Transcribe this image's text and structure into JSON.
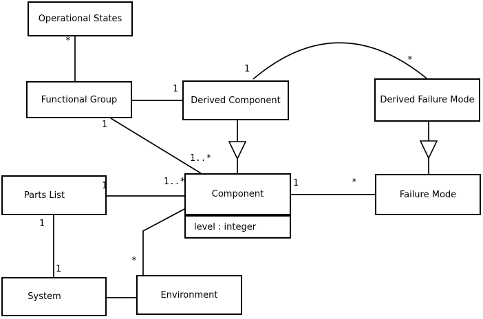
{
  "diagram": {
    "classes": {
      "operational_states": "Operational States",
      "functional_group": "Functional Group",
      "derived_component": "Derived Component",
      "derived_failure_mode": "Derived Failure Mode",
      "parts_list": "Parts List",
      "component": "Component",
      "component_attribute": "level : integer",
      "failure_mode": "Failure Mode",
      "system": "System",
      "environment": "Environment"
    },
    "multiplicities": {
      "os_fg_star": "*",
      "fg_dc_one": "1",
      "dc_arc_one": "1",
      "dfm_arc_star": "*",
      "fg_comp_one": "1",
      "fg_comp_many": "1..*",
      "pl_comp_one": "1",
      "pl_comp_many": "1..*",
      "comp_fm_one": "1",
      "comp_fm_star": "*",
      "pl_sys_one_top": "1",
      "pl_sys_one_bottom": "1",
      "comp_env_star": "*"
    },
    "colors": {
      "line": "#000000",
      "background": "#ffffff"
    }
  }
}
